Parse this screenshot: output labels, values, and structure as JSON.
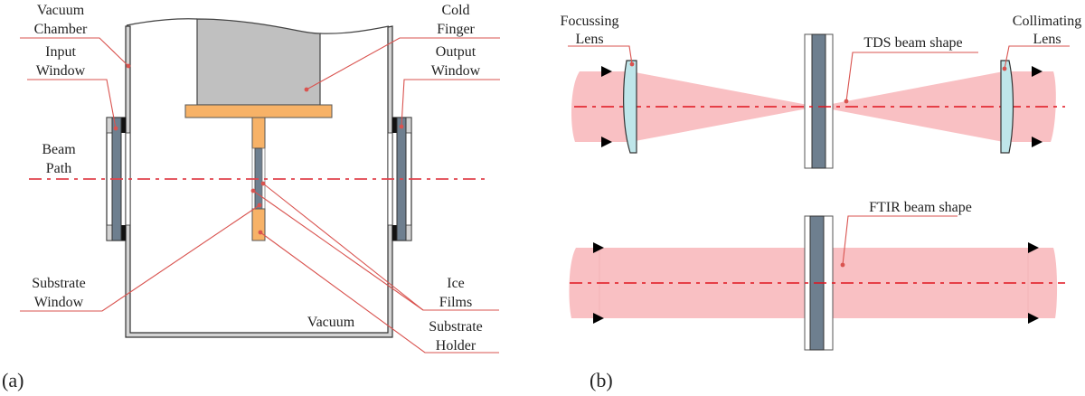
{
  "panel_a": {
    "panel_label": "(a)",
    "labels": {
      "vacuum_chamber": [
        "Vacuum",
        "Chamber"
      ],
      "input_window": [
        "Input",
        "Window"
      ],
      "beam_path": [
        "Beam",
        "Path"
      ],
      "substrate_window": [
        "Substrate",
        "Window"
      ],
      "cold_finger": [
        "Cold",
        "Finger"
      ],
      "output_window": [
        "Output",
        "Window"
      ],
      "ice_films": [
        "Ice",
        "Films"
      ],
      "substrate_holder": [
        "Substrate",
        "Holder"
      ],
      "vacuum": "Vacuum"
    }
  },
  "panel_b": {
    "panel_label": "(b)",
    "labels": {
      "focussing_lens": [
        "Focussing",
        "Lens"
      ],
      "collimating_lens": [
        "Collimating",
        "Lens"
      ],
      "tds_beam_shape": "TDS beam shape",
      "ftir_beam_shape": "FTIR beam shape"
    }
  },
  "colors": {
    "beam_fill": "#f9c0c3",
    "beam_axis": "#e0141e",
    "leader": "#d9534f",
    "wall_gray": "#d4d4d4",
    "cold_finger_gray": "#c0c0c0",
    "holder_orange": "#f7b267",
    "window_slate": "#6e7f8f",
    "lens_cyan": "#bfe6ea",
    "black": "#111111"
  }
}
